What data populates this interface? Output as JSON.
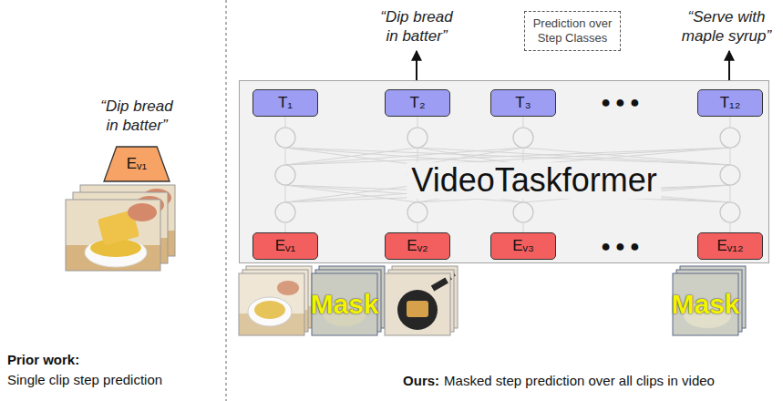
{
  "diagram": {
    "nodes": [
      {
        "text": [
          "Prediction over Step Classes"
        ]
      },
      {
        "text": [
          "Eᵥ₁"
        ]
      },
      {
        "text": [
          "VideoTaskformer"
        ]
      },
      {
        "text": [
          "T₁"
        ],
        "in": 2
      },
      {
        "text": [
          "T₂"
        ],
        "in": 2
      },
      {
        "text": [
          "T₃"
        ],
        "in": 2
      },
      {
        "text": [
          "T₁₂"
        ],
        "in": 2
      },
      {
        "text": [
          "Eᵥ₁"
        ],
        "in": 2
      },
      {
        "text": [
          "Eᵥ₂"
        ],
        "in": 2
      },
      {
        "text": [
          "Eᵥ₃"
        ],
        "in": 2
      },
      {
        "text": [
          "Eᵥ₁₂"
        ],
        "in": 2
      }
    ],
    "labels": [
      "“Dip bread in batter”",
      "“Dip bread in batter”",
      "“Serve with maple syrup”",
      "●●●",
      "●●●",
      "Mask",
      "Mask",
      "Prior work:",
      "Single clip step prediction",
      "Ours:",
      "Masked step prediction over all clips in video"
    ]
  }
}
